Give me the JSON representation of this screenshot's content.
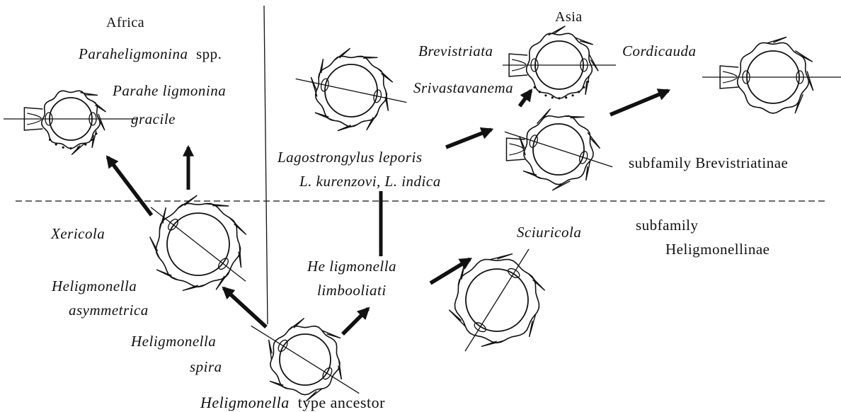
{
  "regions": {
    "africa": "Africa",
    "asia": "Asia"
  },
  "subfamilies": {
    "brevistriatinae": "subfamily  Brevistriatinae",
    "heligmonellinae_line1": "subfamily",
    "heligmonellinae_line2": "Heligmonellinae"
  },
  "taxa": {
    "paraheligmonina_spp_genus": "Paraheligmonina",
    "paraheligmonina_spp_suffix": "spp.",
    "paraheligmonina_gracile_1": "Parahe ligmonina",
    "paraheligmonina_gracile_2": "gracile",
    "lagostrongylus": "Lagostrongylus  leporis",
    "kurenzovi_indica": "L. kurenzovi, L. indica",
    "brevistriata": "Brevistriata",
    "srivastavanema": "Srivastavanema",
    "cordicauda": "Cordicauda",
    "xericola": "Xericola",
    "asymmetrica_1": "Heligmonella",
    "asymmetrica_2": "asymmetrica",
    "spira_1": "Heligmonella",
    "spira_2": "spira",
    "limbooliati_1": "He ligmonella",
    "limbooliati_2": "limbooliati",
    "sciuricola": "Sciuricola",
    "ancestor_genus": "Heligmonella",
    "ancestor_suffix": "type  ancestor"
  },
  "colors": {
    "ink": "#111111",
    "background": "#ffffff"
  }
}
